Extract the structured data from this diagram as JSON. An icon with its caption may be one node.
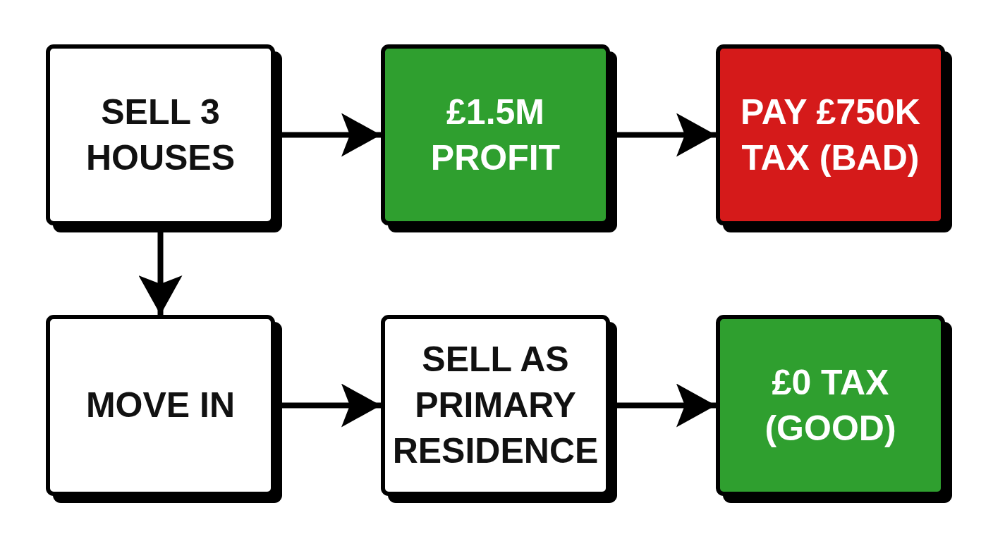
{
  "diagram": {
    "nodes": [
      {
        "text": [
          "SELL 3 HOUSES"
        ]
      },
      {
        "text": [
          "£1.5M PROFIT"
        ]
      },
      {
        "text": [
          "PAY £750K TAX (BAD)"
        ]
      },
      {
        "text": [
          "MOVE IN"
        ]
      },
      {
        "text": [
          "SELL AS PRIMARY RESIDENCE"
        ]
      },
      {
        "text": [
          "£0 TAX (GOOD)"
        ]
      }
    ],
    "edges": [
      {
        "from": 0,
        "to": 1,
        "arrow": "to"
      },
      {
        "from": 1,
        "to": 2,
        "arrow": "to"
      },
      {
        "from": 0,
        "to": 3,
        "arrow": "to"
      },
      {
        "from": 3,
        "to": 4,
        "arrow": "to"
      },
      {
        "from": 4,
        "to": 5,
        "arrow": "to"
      }
    ]
  }
}
